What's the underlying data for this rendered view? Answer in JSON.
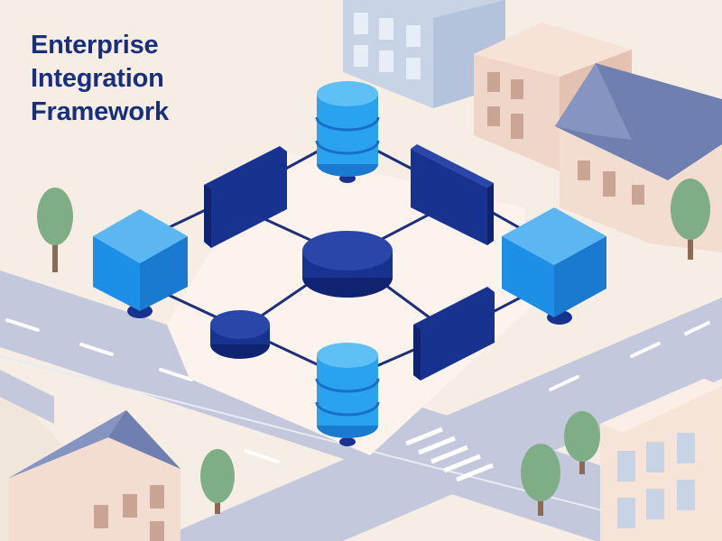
{
  "title": {
    "lines": [
      "Enterprise",
      "Integration",
      "Framework"
    ]
  },
  "colors": {
    "background": "#f6ede4",
    "road": "#c3c8dc",
    "road_marking": "#ffffff",
    "title_text": "#1a2f7a",
    "connector_line": "#1e2f78",
    "dark_node": "#18328f",
    "light_node": "#1e8fe6",
    "database": "#29a3ee",
    "roof": "#6f7fb0",
    "tree": "#7fae86",
    "trunk": "#8a6a55"
  },
  "icons": [
    "database-icon",
    "cube-icon",
    "gateway-panel-icon",
    "hub-cylinder-icon",
    "house-icon",
    "tree-icon"
  ]
}
